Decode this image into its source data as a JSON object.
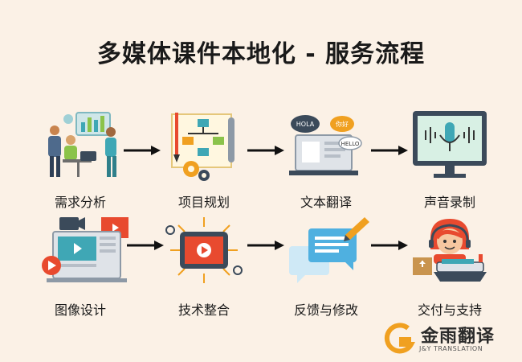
{
  "title": "多媒体课件本地化 - 服务流程",
  "steps": [
    {
      "label": "需求分析",
      "icon": "team-analytics-icon"
    },
    {
      "label": "项目规划",
      "icon": "flowchart-plan-icon"
    },
    {
      "label": "文本翻译",
      "icon": "translation-bubbles-icon"
    },
    {
      "label": "声音录制",
      "icon": "microphone-monitor-icon"
    },
    {
      "label": "图像设计",
      "icon": "video-design-icon"
    },
    {
      "label": "技术整合",
      "icon": "tech-integration-icon"
    },
    {
      "label": "反馈与修改",
      "icon": "feedback-chat-icon"
    },
    {
      "label": "交付与支持",
      "icon": "support-agent-icon"
    }
  ],
  "bubbles": {
    "hola": "HOLA",
    "nihao": "你好",
    "hello": "HELLO"
  },
  "logo": {
    "brand": "金雨翻译",
    "sub": "J&Y TRANSLATION"
  },
  "colors": {
    "background": "#fbf1e6",
    "accent_orange": "#f0a020",
    "accent_red": "#e84a2f",
    "teal": "#3fa7b5",
    "green": "#8bc34a"
  }
}
